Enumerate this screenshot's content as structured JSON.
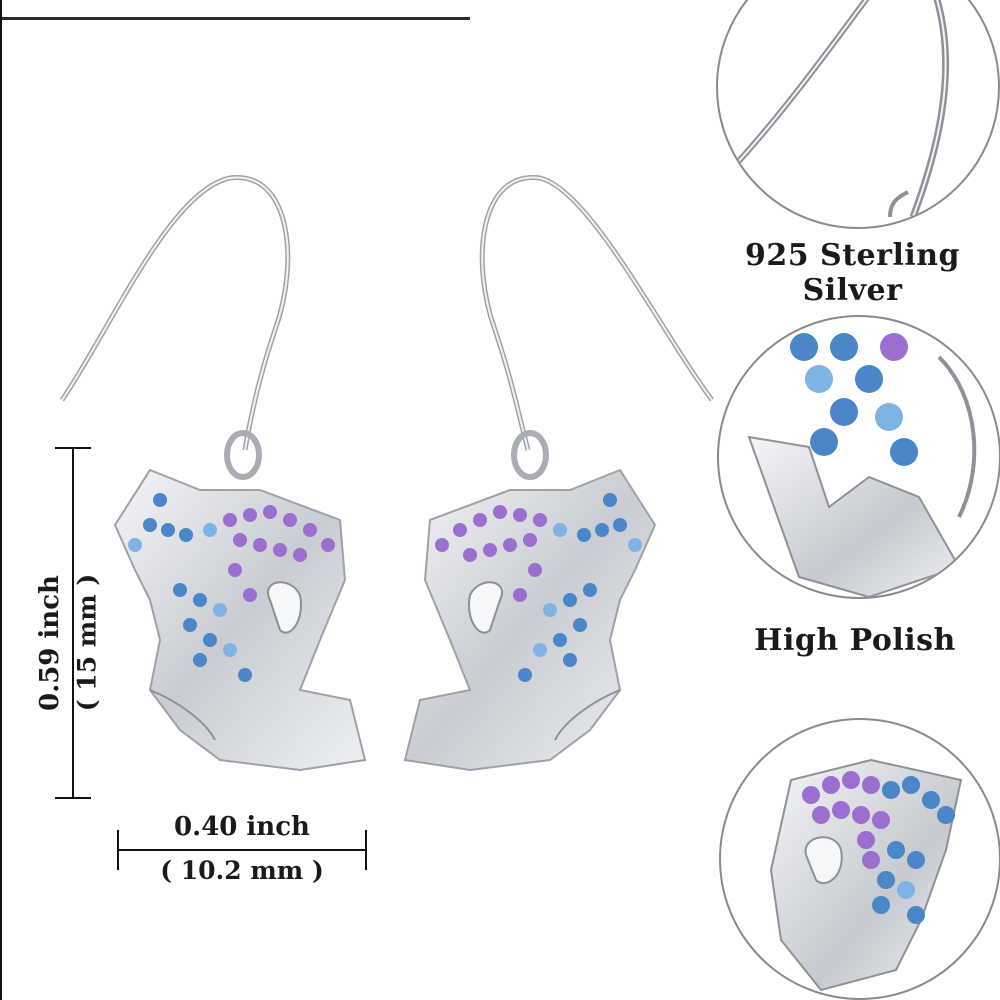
{
  "product": {
    "type": "drop earrings",
    "motif": "mermaid with crystal hair",
    "stone_colors": {
      "purple": "#9b6fd0",
      "blue": "#4a86c8",
      "light_blue": "#7fb3e6"
    },
    "metal_color": "#d9dbe0"
  },
  "dimensions": {
    "height_inch": "0.59 inch",
    "height_mm": "( 15 mm )",
    "width_inch": "0.40 inch",
    "width_mm": "( 10.2 mm )"
  },
  "features": [
    {
      "label": "925 Sterling Silver",
      "detail": "hook close-up"
    },
    {
      "label": "High Polish",
      "detail": "tail close-up"
    },
    {
      "label": "",
      "detail": "front pendant close-up"
    }
  ]
}
